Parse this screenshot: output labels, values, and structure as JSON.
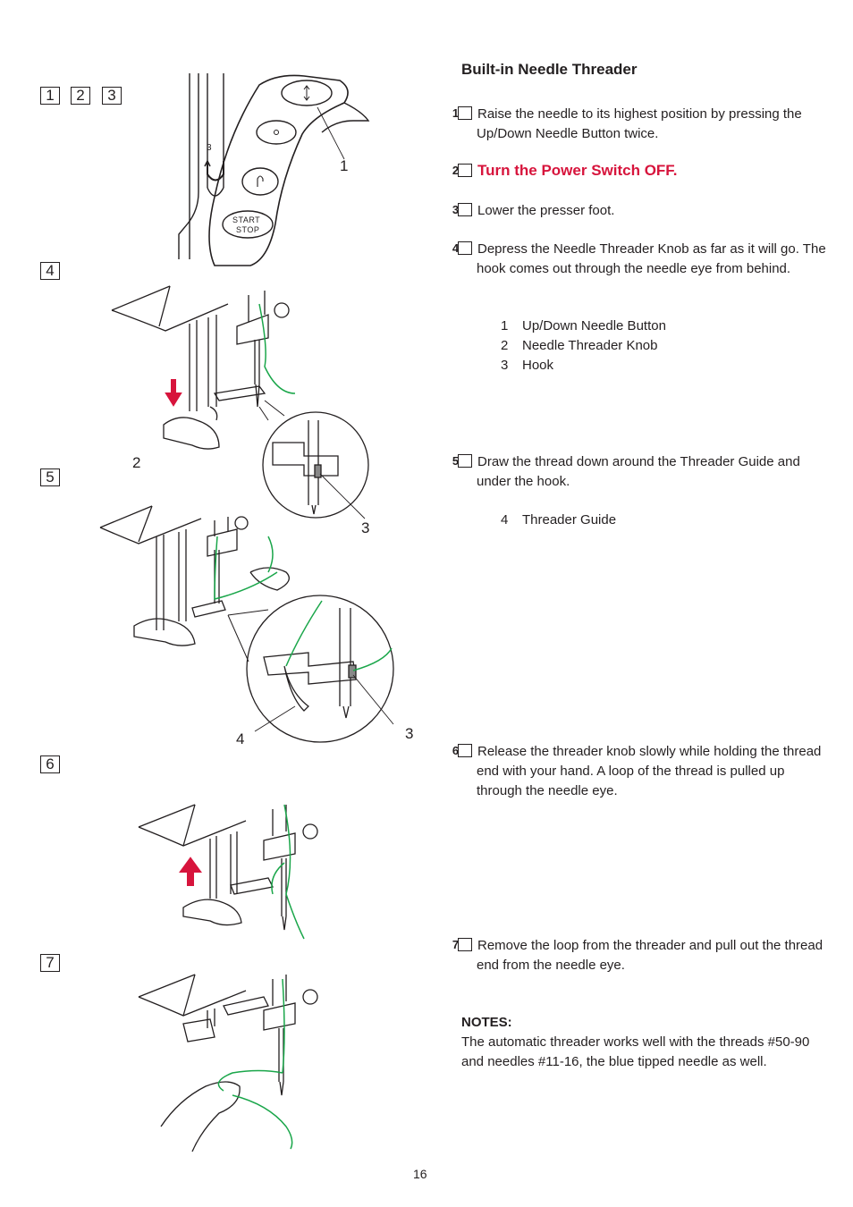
{
  "title": "Built-in Needle Threader",
  "step_boxes": [
    "1",
    "2",
    "3",
    "4",
    "5",
    "6",
    "7"
  ],
  "steps": [
    {
      "num": "1",
      "text": "Raise the needle to its highest position by pressing the Up/Down Needle Button twice."
    },
    {
      "num": "2",
      "text": "Turn the Power Switch OFF."
    },
    {
      "num": "3",
      "text": "Lower the presser foot."
    },
    {
      "num": "4",
      "text": "Depress the Needle Threader Knob as far as it will go. The hook comes out through the needle eye from behind."
    },
    {
      "num": "5",
      "text": "Draw the thread down around the Threader Guide and under the hook."
    },
    {
      "num": "6",
      "text": "Release the threader knob slowly while holding the thread end with your hand. A loop of the thread is pulled up through the needle eye."
    },
    {
      "num": "7",
      "text": "Remove the loop from the threader and pull out the thread end from the needle eye."
    }
  ],
  "legend_a": [
    {
      "n": "1",
      "label": "Up/Down Needle Button"
    },
    {
      "n": "2",
      "label": "Needle Threader Knob"
    },
    {
      "n": "3",
      "label": "Hook"
    }
  ],
  "legend_b": [
    {
      "n": "4",
      "label": "Threader Guide"
    }
  ],
  "notes": {
    "heading": "NOTES:",
    "text": "The automatic threader works well with the threads #50-90 and needles #11-16, the blue tipped needle as well."
  },
  "figure_labels": {
    "l1": "1",
    "l2": "2",
    "l3a": "3",
    "l3b": "3",
    "l4": "4",
    "hook_small": "3"
  },
  "buttons": {
    "start": "START",
    "stop": "STOP"
  },
  "page_number": "16",
  "colors": {
    "accent_red": "#d7143c",
    "thread_green": "#1aa64a",
    "text": "#231f20"
  }
}
